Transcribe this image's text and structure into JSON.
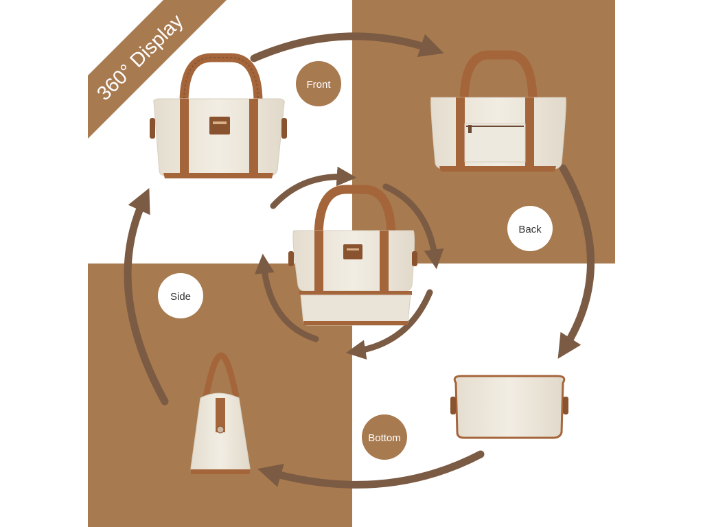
{
  "banner": {
    "text": "360° Display"
  },
  "views": {
    "front": "Front",
    "back": "Back",
    "side": "Side",
    "bottom": "Bottom"
  },
  "colors": {
    "brown": "#a87a50",
    "arrow": "#7b5b43",
    "canvas": "#ede7da",
    "canvas_shade": "#d9d1c2",
    "leather": "#a5653a",
    "leather_dark": "#8a5330",
    "white": "#ffffff"
  }
}
